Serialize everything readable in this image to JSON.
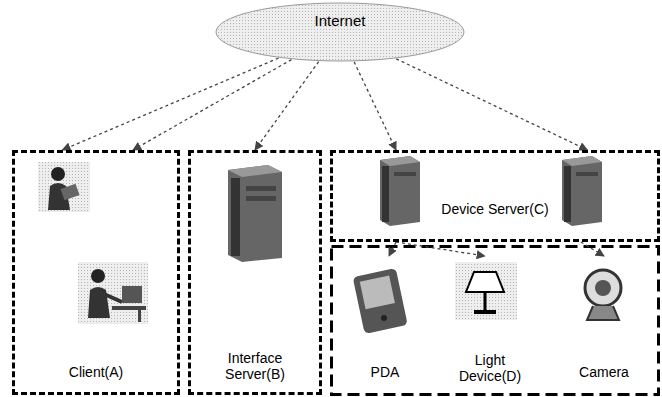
{
  "diagram": {
    "nodes": [
      {
        "text": [
          "Internet"
        ]
      },
      {
        "text": [
          "Client(A)"
        ]
      },
      {
        "text": [
          "Interface Server(B)"
        ]
      },
      {
        "text": [
          "Device Server(C)"
        ]
      },
      {
        "text": [
          "PDA"
        ]
      },
      {
        "text": [
          "Light Device(D)"
        ]
      },
      {
        "text": [
          "Camera"
        ]
      }
    ],
    "edges": [
      {
        "from": 0,
        "to": 1,
        "arrow": "to"
      },
      {
        "from": 0,
        "to": 1,
        "arrow": "to"
      },
      {
        "from": 0,
        "to": 2,
        "arrow": "to"
      },
      {
        "from": 0,
        "to": 3,
        "arrow": "to"
      },
      {
        "from": 0,
        "to": 3,
        "arrow": "to"
      },
      {
        "from": 3,
        "to": 4,
        "arrow": "to"
      },
      {
        "from": 3,
        "to": 5,
        "arrow": "to"
      },
      {
        "from": 3,
        "to": 6,
        "arrow": "to"
      }
    ]
  }
}
